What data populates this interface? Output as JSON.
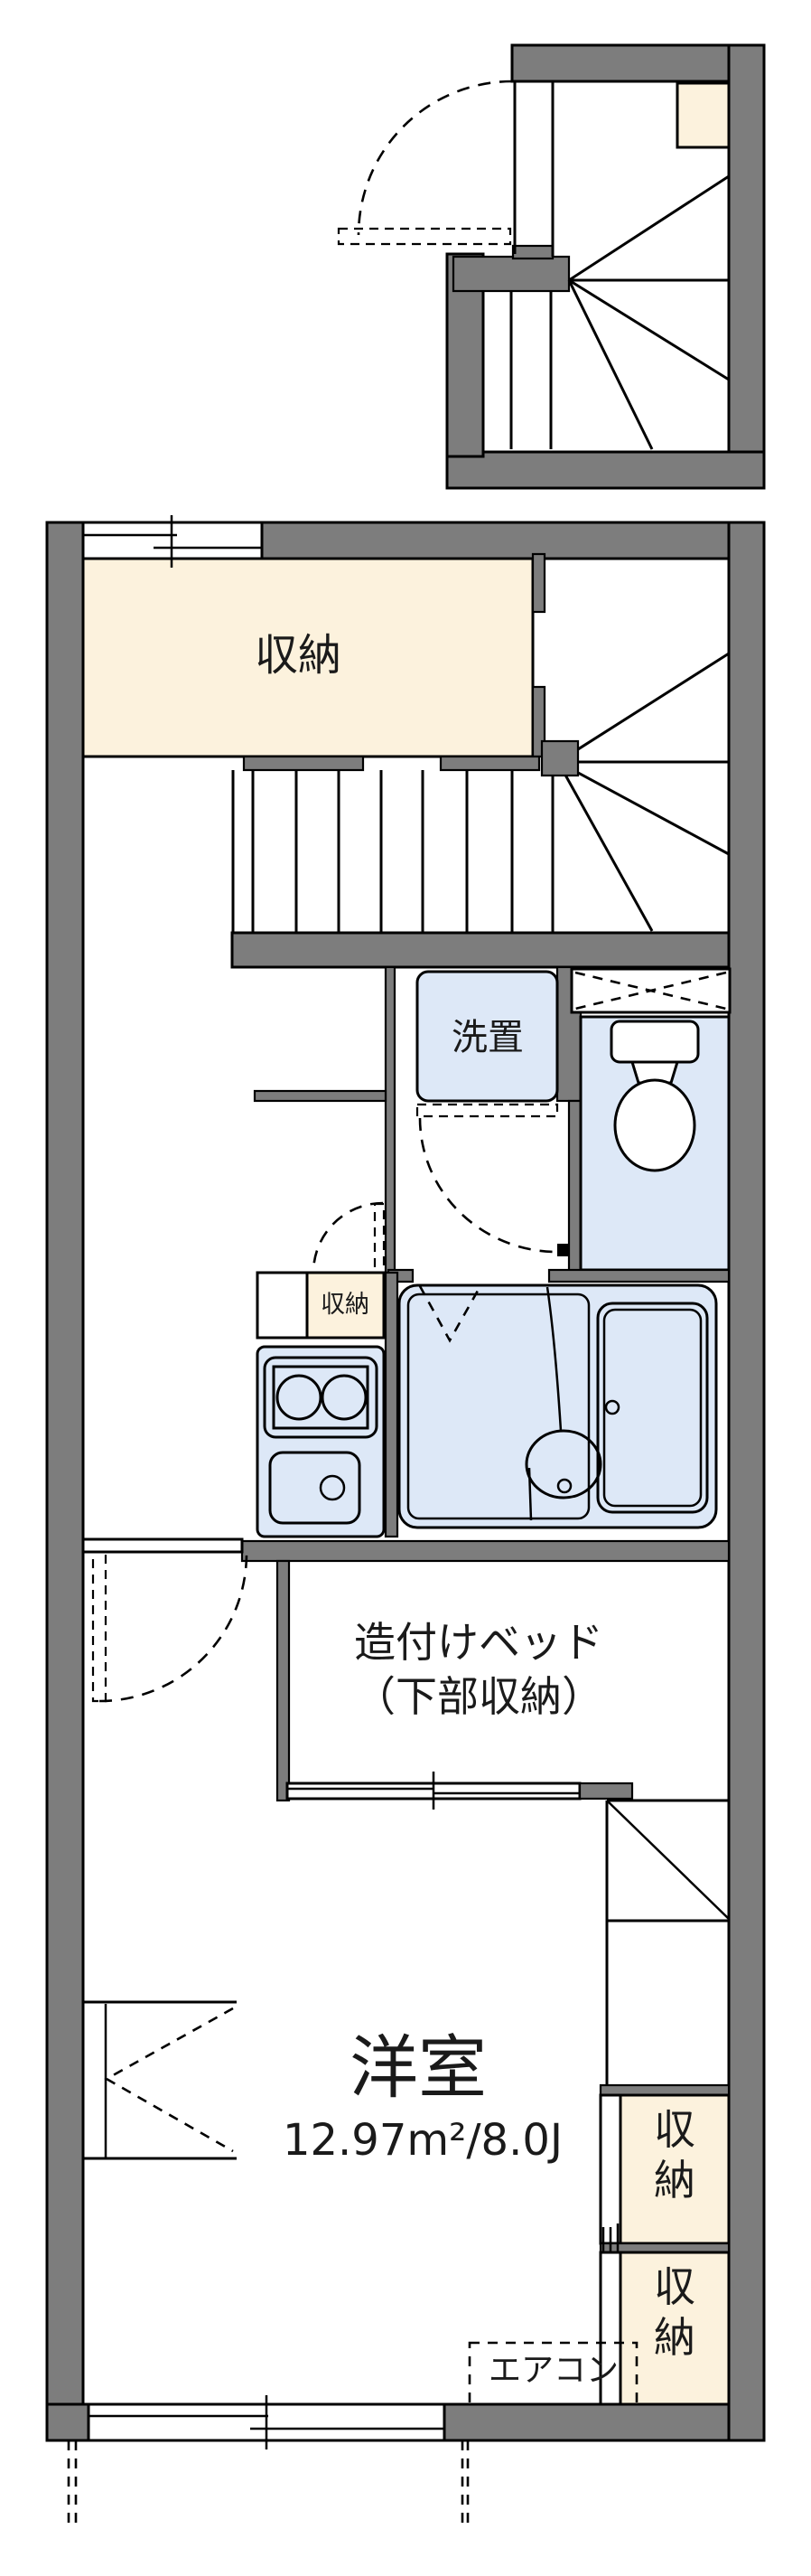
{
  "title": "apartment-floor-plan",
  "colors": {
    "wall": "#7d7d7d",
    "storage": "#fcf2dd",
    "water": "#dde8f7",
    "line": "#000000"
  },
  "labels": {
    "storage_loft": "収納",
    "washer": "洗置",
    "storage_hall": "収納",
    "bed_line1": "造付けベッド",
    "bed_line2": "（下部収納）",
    "room_name": "洋室",
    "room_size": "12.97m²/8.0J",
    "aircon": "エアコン",
    "closet_upper": "収納",
    "closet_lower": "収納"
  }
}
